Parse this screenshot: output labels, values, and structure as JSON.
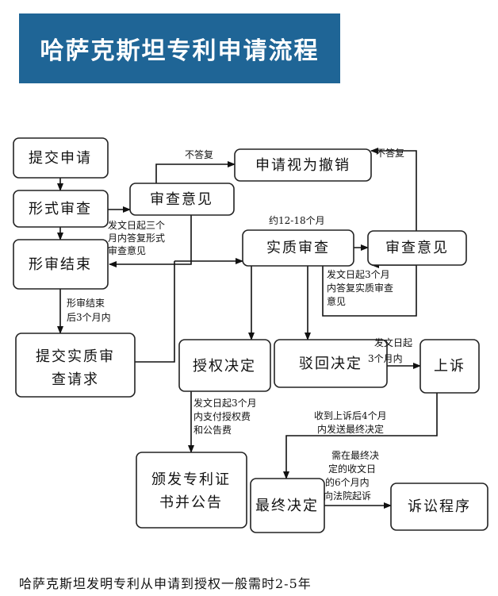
{
  "title": "哈萨克斯坦专利申请流程",
  "nodes": {
    "submit_application": "提交申请",
    "formal_exam": "形式审查",
    "exam_opinion_1": "审查意见",
    "formal_end": [
      "形审结束"
    ],
    "withdrawn": "申请视为撤销",
    "substantive_exam": "实质审查",
    "exam_opinion_2": "审查意见",
    "submit_substantive": [
      "提交实质审",
      "查请求"
    ],
    "grant_decision": "授权决定",
    "rejection_decision": "驳回决定",
    "appeal": "上诉",
    "issue_certificate": [
      "颁发专利证",
      "书并公告"
    ],
    "final_decision": "最终决定",
    "litigation": "诉讼程序"
  },
  "labels": {
    "no_reply_1": "不答复",
    "no_reply_2": "不答复",
    "approx_months": "约12-18个月",
    "reply_formal": [
      "发文日起三个",
      "月内答复形式",
      "审查意见"
    ],
    "after_formal_end": [
      "形审结束",
      "后3个月内"
    ],
    "reply_substantive": [
      "发文日起3个月",
      "内答复实质审查",
      "意见"
    ],
    "appeal_window": [
      "发文日起",
      "3个月内"
    ],
    "grant_fees": [
      "发文日起3个月",
      "内支付授权费",
      "和公告费"
    ],
    "after_appeal": [
      "收到上诉后4个月",
      "内发送最终决定"
    ],
    "court_appeal": [
      "需在最终决",
      "定的收文日",
      "的6个月内",
      "向法院起诉"
    ]
  },
  "footer": "哈萨克斯坦发明专利从申请到授权一般需时2-5年",
  "colors": {
    "banner": "#1f6596",
    "banner_text": "#ffffff",
    "line": "#111111"
  }
}
